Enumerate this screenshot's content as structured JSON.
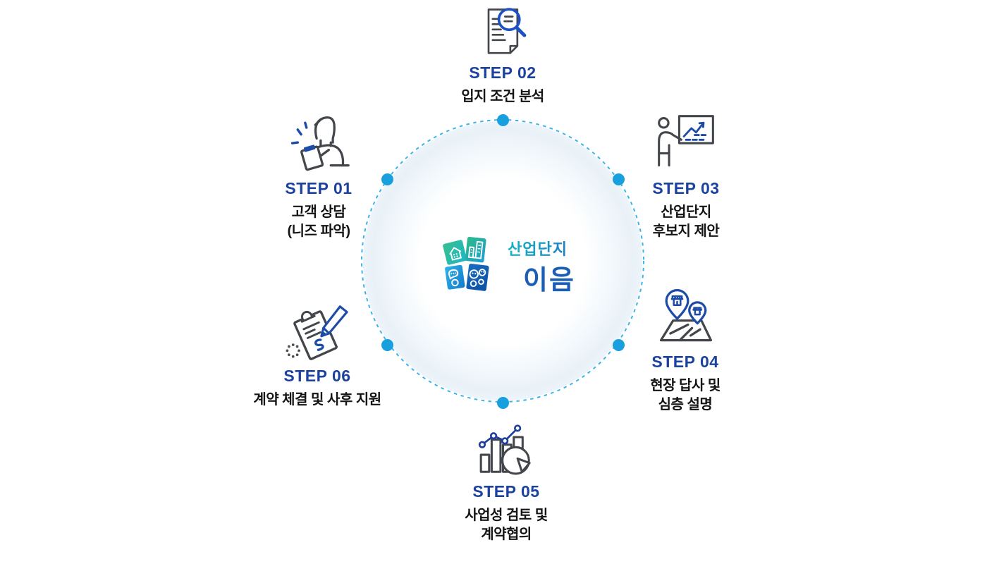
{
  "logo": {
    "line1": "산업단지",
    "line2": "이음",
    "line1_gradient": [
      "#14b4c4",
      "#1e78c6"
    ],
    "line2_color": "#1a5fb5",
    "mark_icon": "industrial-complex-tiles-logo-mark"
  },
  "cycle": {
    "node_count": 6,
    "dash_color": "#3db3e6",
    "dot_color": "#17a0dd"
  },
  "colors": {
    "step_label_blue": "#1b429e",
    "step_text": "#141414",
    "icon_gray": "#43474c",
    "icon_blue": "#1d4ba8",
    "background": "#ffffff"
  },
  "steps": [
    {
      "label": "STEP 01",
      "lines": [
        "고객 상담",
        "(니즈 파악)"
      ],
      "icon": "consult-person-icon"
    },
    {
      "label": "STEP 02",
      "lines": [
        "입지 조건 분석"
      ],
      "icon": "document-magnifier-icon"
    },
    {
      "label": "STEP 03",
      "lines": [
        "산업단지",
        "후보지 제안"
      ],
      "icon": "presentation-chart-icon"
    },
    {
      "label": "STEP 04",
      "lines": [
        "현장 답사 및",
        "심층 설명"
      ],
      "icon": "map-pins-icon"
    },
    {
      "label": "STEP 05",
      "lines": [
        "사업성 검토 및",
        "계약협의"
      ],
      "icon": "business-charts-icon"
    },
    {
      "label": "STEP 06",
      "lines": [
        "계약 체결 및 사후 지원"
      ],
      "icon": "contract-signing-icon"
    }
  ]
}
